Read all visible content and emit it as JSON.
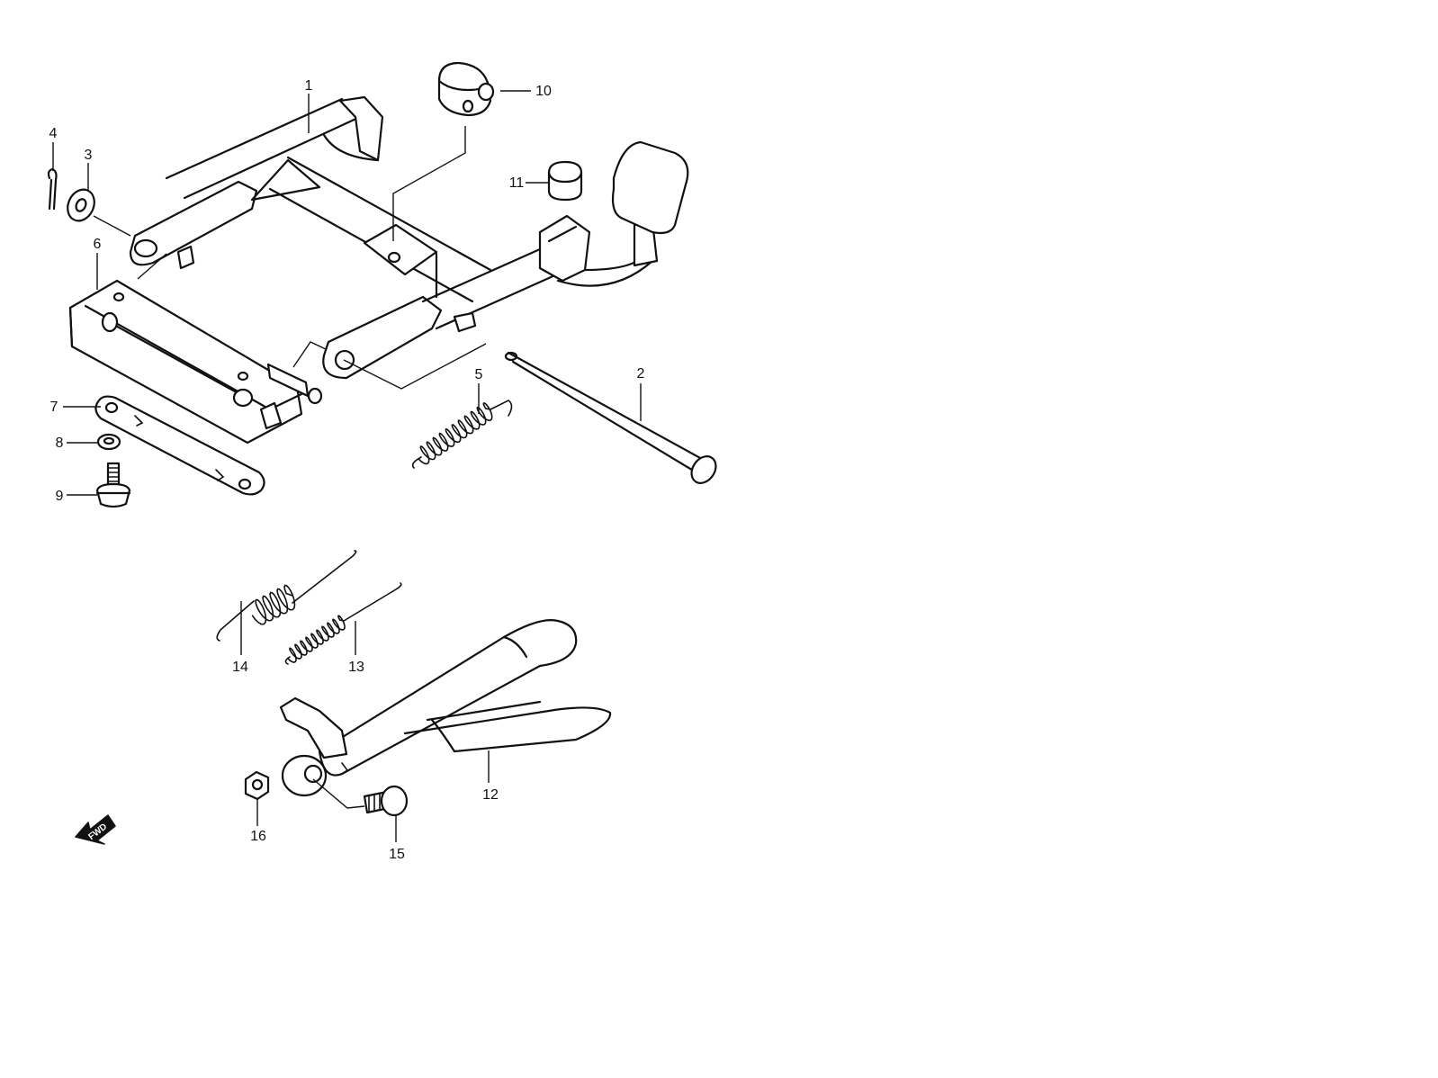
{
  "callouts": [
    "1",
    "2",
    "3",
    "4",
    "5",
    "6",
    "7",
    "8",
    "9",
    "10",
    "11",
    "12",
    "13",
    "14",
    "15",
    "16"
  ],
  "direction_label": "FWD"
}
